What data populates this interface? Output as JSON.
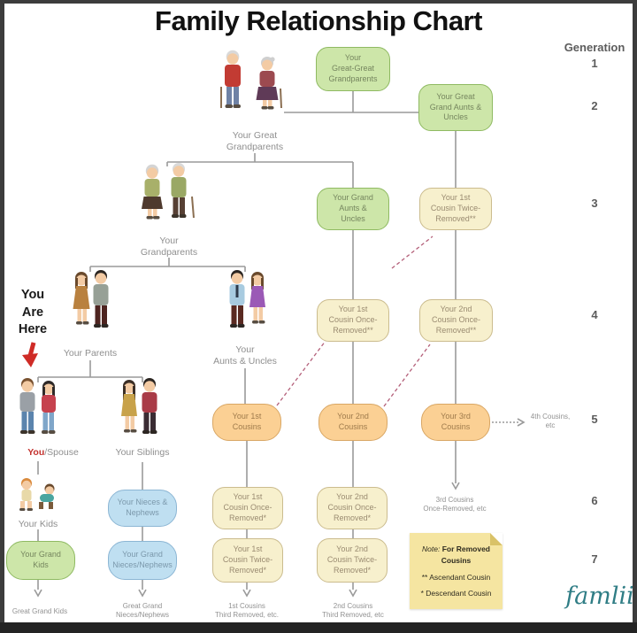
{
  "title": "Family Relationship Chart",
  "generation": {
    "header": "Generation",
    "g1": "1",
    "g2": "2",
    "g3": "3",
    "g4": "4",
    "g5": "5",
    "g6": "6",
    "g7": "7"
  },
  "you_are_here": "You\nAre\nHere",
  "boxes": {
    "great_great_grandparents": "Your\nGreat-Great\nGrandparents",
    "great_grand_aunts_uncles": "Your Great\nGrand Aunts &\nUncles",
    "grand_aunts_uncles": "Your Grand\nAunts &\nUncles",
    "cousin1_twice_removed_asc": "Your 1st\nCousin Twice-\nRemoved**",
    "cousin1_once_removed_asc": "Your 1st\nCousin Once-\nRemoved**",
    "cousin2_once_removed_asc": "Your 2nd\nCousin Once-\nRemoved**",
    "cousins1": "Your 1st\nCousins",
    "cousins2": "Your 2nd\nCousins",
    "cousins3": "Your 3rd\nCousins",
    "nieces_nephews": "Your Nieces &\nNephews",
    "cousin1_once_removed_desc": "Your 1st\nCousin Once-\nRemoved*",
    "cousin2_once_removed_desc": "Your 2nd\nCousin Once-\nRemoved*",
    "grand_kids": "Your Grand\nKids",
    "grand_nieces_nephews": "Your Grand\nNieces/Nephews",
    "cousin1_twice_removed_desc": "Your 1st\nCousin Twice-\nRemoved*",
    "cousin2_twice_removed_desc": "Your 2nd\nCousin Twice-\nRemoved*"
  },
  "labels": {
    "great_grandparents": "Your Great\nGrandparents",
    "grandparents": "Your\nGrandparents",
    "parents": "Your Parents",
    "aunts_uncles": "Your\nAunts & Uncles",
    "you": "You",
    "spouse": "/Spouse",
    "siblings": "Your Siblings",
    "kids": "Your Kids",
    "cousins4_etc": "4th Cousins,\netc",
    "cousins3_once_removed_etc": "3rd Cousins\nOnce-Removed, etc",
    "great_grand_kids": "Great Grand Kids",
    "great_grand_nieces_nephews": "Great Grand\nNieces/Nephews",
    "cousins1_third_removed_etc": "1st Cousins\nThird Removed, etc.",
    "cousins2_third_removed_etc": "2nd Cousins\nThird Removed, etc"
  },
  "note": {
    "prefix": "Note:",
    "title": "For Removed Cousins",
    "ascendant": "** Ascendant Cousin",
    "descendant": "* Descendant Cousin"
  },
  "logo": "famlii",
  "colors": {
    "green_fill": "#cde6a9",
    "green_border": "#8fba62",
    "cream_fill": "#f7f0cd",
    "cream_border": "#cbbc8e",
    "orange_fill": "#fbd094",
    "orange_border": "#d9a765",
    "blue_fill": "#bfdff1",
    "blue_border": "#8cb6d4",
    "note_fill": "#f5e5a1",
    "dashed_line": "#b4607a",
    "arrow_red": "#cf2b26",
    "line_gray": "#9a9a9a",
    "logo_teal": "#2f7d85"
  }
}
